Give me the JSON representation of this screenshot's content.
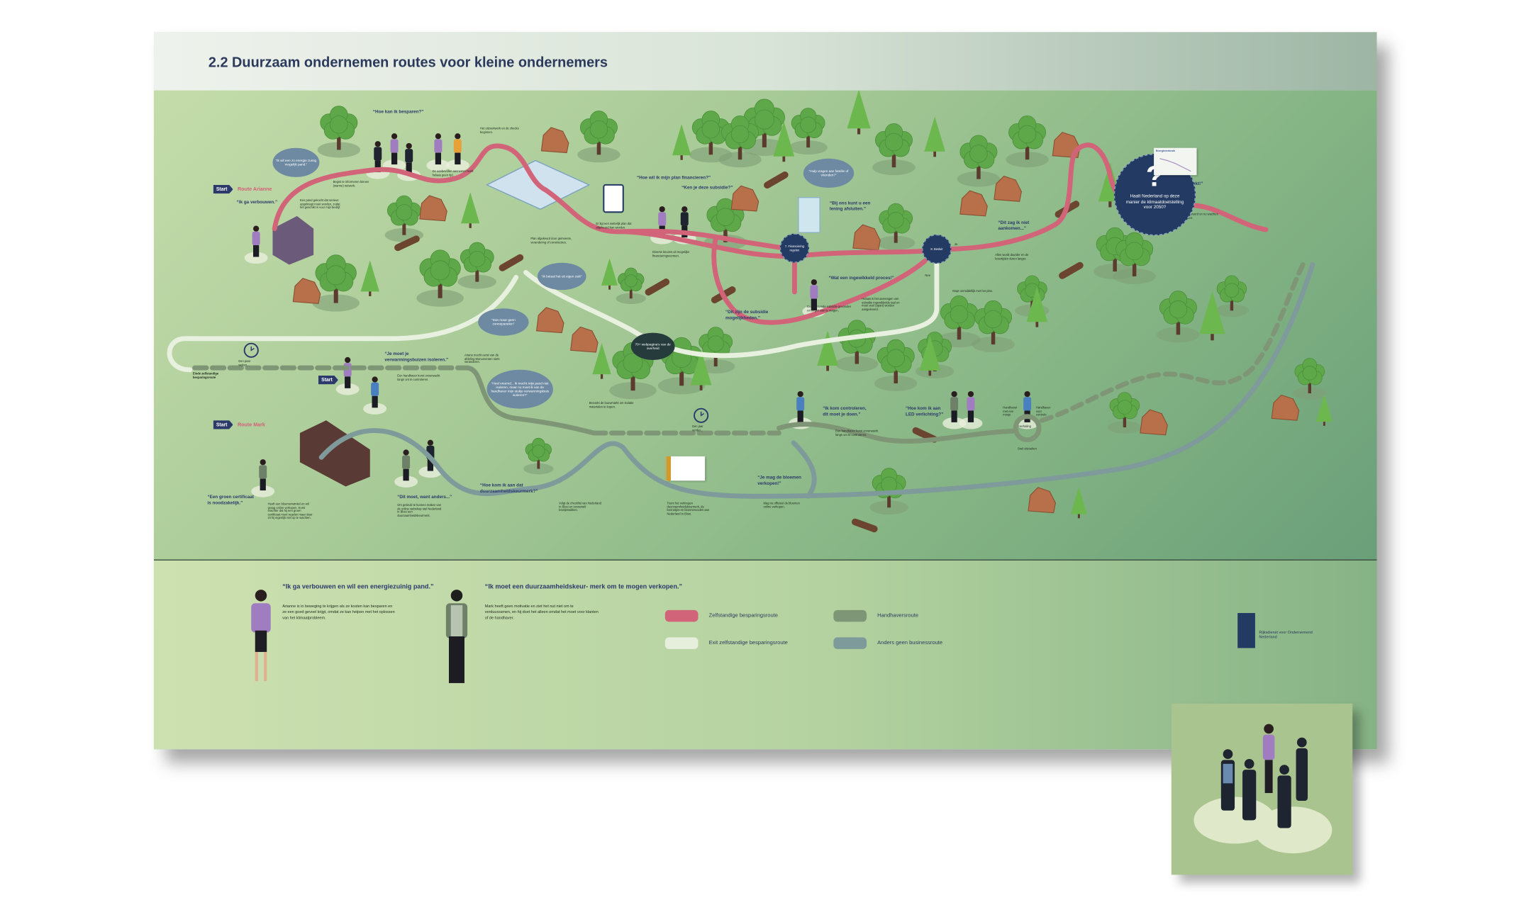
{
  "header": {
    "title": "2.2 Duurzaam ondernemen routes voor kleine ondernemers"
  },
  "map": {
    "start_label": "Start",
    "routes": {
      "arianne": "Route Arianne",
      "mark": "Route Mark"
    },
    "nodes": {
      "financiering": "7. Financiering regelen",
      "besluit": "8. Besluit",
      "ja": "Ja",
      "nee": "Nee"
    },
    "goal": {
      "symbol": "?",
      "text": "Haalt Nederland op deze manier de klimaatdoelstelling voor 2050?"
    },
    "chart_card": "Energieverbruik",
    "quotes": [
      "“Hoe kan ik besparen?”",
      "“Ik ga verbouwen.”",
      "“Hoe wil ik mijn plan financieren?”",
      "“Ken je deze subsidie?”",
      "“Bij ons kunt u een\nlening afsluiten.”",
      "“Wat een ingewikkeld proces!”",
      "“Dit zijn de subsidie\nmogelijkheden.”",
      "“Dit zag ik niet\naankomen...”",
      "“Het is gelukt!”",
      "“Je moet je\nverwarmingsbuizen isoleren.”",
      "“Ik kom controleren,\ndit moet je doen.”",
      "“Hoe kom ik aan\nLED verlichting?”",
      "“Een groen certificaat\nis noodzakelijk.”",
      "“Dit moet, want anders...”",
      "“Hoe kom ik aan dat\nduurzaamheidskeurmerk?”",
      "“Je mag de bloemen\nverkopen!”"
    ],
    "clouds": [
      "“Ik wil een zo energie zuinig mogelijk pand.”",
      "“Hulp vragen aan familie of vrienden?”",
      "“Ik betaal het uit eigen zak!”",
      "“Dan maar geen zonnepanelen”",
      "“Heel vreemd... ik mocht mijn pand niet isoleren, maar nu moet ik van de handhaver mijn stukje verwarmingsbuis isoleren?”",
      "70+ webpagina's van de overheid"
    ],
    "notes": [
      "Een pand gekocht dat serieus opgeknapt moet worden, zodat het geschikt is voor mijn bedrijf.",
      "Begint te informeren binnen (warme) netwerk.",
      "De aanbevolen aannemer heeft helaas geen tijd.",
      "Het uitzoekwerk en de checks beginnen.",
      "Plan afgekeurd door gemeente, verandering of constructies.",
      "Er ligt een wettelijk plan dat afgekeurd kan worden.",
      "Diverse keuzes uit mogelijke financieringsvormen.",
      "Een passende subsidie gevonden en begint aan te vragen.",
      "Helaas is het aanvragen van subsidie ingewikkelde taal en moet veel (apart) worden aangeleverd.",
      "Stopt onmiddellijk met het plan.",
      "Alles wordt duurder en de levertijden duren langer.",
      "Plan is uitgevoerd en nu wachten tot resultaten.",
      "Een handhaver komt onverwacht langs om te controleren.",
      "Ariane mocht eerst van de afdeling Monumenten niets veranderen.",
      "Bezoekt de bouwmarkt om isolatie materialen te kopen.",
      "Een paar weken...",
      "Een jaar verder...",
      "Einde zelfstandige besparingsroute",
      "Een handhaver komt onverwacht langs om te controleren.",
      "Handhaver met een mosje",
      "Handhaver voor controle",
      "Herhaling",
      "Snel uitzoeken",
      "Heeft een bloemenwinkel en wil graag online verkopen. Komt erachter dat hij een groen certificaat moet regelen maar daar zit hij eigenlijk niet op te wachten.",
      "Om gebruik te kunnen maken van de online webshop stel Nederland in Bloei een duurzaamheidskeurmerk.",
      "Volgt de checklist van Nederland in Bloei en verzamelt bewijsstukken.",
      "Toont het verkregen duurzaamheidskeurmerk, de bonnetjes en bloemencodes aan Nederland in Bloei.",
      "Mag nu officieel de bloemen online verkopen."
    ]
  },
  "personas": [
    {
      "quote": "“Ik ga verbouwen en wil\neen energiezuinig pand.”",
      "desc": "Arianne is in beweging te krijgen als ze kosten kan besparen en ze een goed gevoel krijgt, omdat ze kan helpen met het oplossen van het klimaatprobleem."
    },
    {
      "quote": "“Ik moet een duurzaamheidskeur-\nmerk om te mogen verkopen.”",
      "desc": "Mark heeft geen motivatie en ziet het nut niet om te verduurzamen, en hij doet het alleen omdat het moet voor klanten of de handhaver."
    }
  ],
  "legend": [
    {
      "label": "Zelfstandige besparingsroute",
      "color": "#d2647a"
    },
    {
      "label": "Exit zelfstandige besparingsroute",
      "color": "#e6efdc"
    },
    {
      "label": "Handhaversroute",
      "color": "#7f9676"
    },
    {
      "label": "Anders geen businessroute",
      "color": "#7f9a9a"
    }
  ],
  "logo": {
    "text": "Rijksdienst voor Ondernemend Nederland"
  }
}
